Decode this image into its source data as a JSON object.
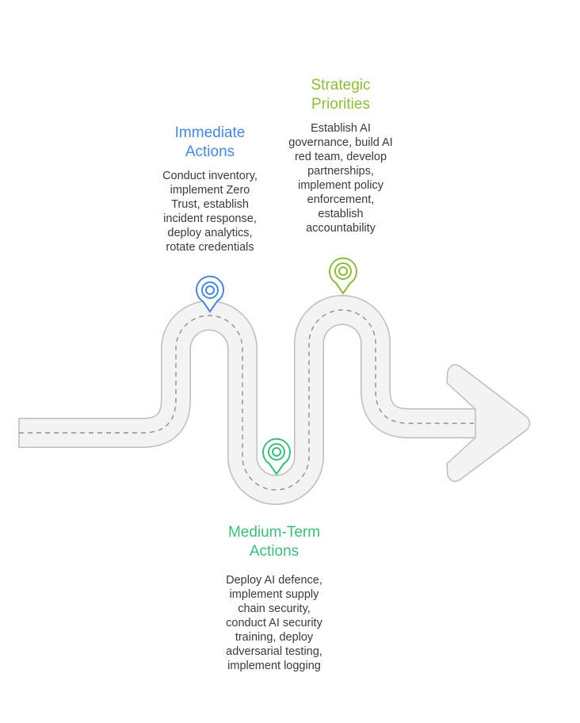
{
  "stages": [
    {
      "id": "immediate",
      "title_lines": [
        "Immediate",
        "Actions"
      ],
      "body_lines": [
        "Conduct inventory,",
        "implement Zero",
        "Trust, establish",
        "incident response,",
        "deploy analytics,",
        "rotate credentials"
      ],
      "color": "#4a86d8"
    },
    {
      "id": "strategic",
      "title_lines": [
        "Strategic",
        "Priorities"
      ],
      "body_lines": [
        "Establish AI",
        "governance, build AI",
        "red team, develop",
        "partnerships,",
        "implement policy",
        "enforcement,",
        "establish",
        "accountability"
      ],
      "color": "#8dbb3a"
    },
    {
      "id": "medium",
      "title_lines": [
        "Medium-Term",
        "Actions"
      ],
      "body_lines": [
        "Deploy AI defence,",
        "implement supply",
        "chain security,",
        "conduct AI security",
        "training, deploy",
        "adversarial testing,",
        "implement logging"
      ],
      "color": "#3dbb7a"
    }
  ],
  "road": {
    "fill": "#f3f3f3",
    "edge": "#bdbdbd",
    "dash": "#8f8f8f"
  }
}
